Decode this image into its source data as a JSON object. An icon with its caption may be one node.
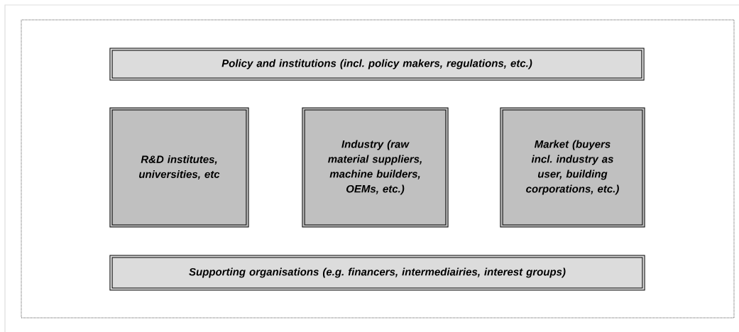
{
  "diagram": {
    "nodes": [
      {
        "text": [],
        "shape": "box"
      },
      {
        "text": [
          "Policy and institutions (incl. policy makers, regulations, etc.)"
        ],
        "in": 0
      },
      {
        "text": [
          "R&D institutes, universities, etc"
        ],
        "in": 0
      },
      {
        "text": [
          "Industry (raw material suppliers, machine builders, OEMs, etc.)"
        ],
        "in": 0
      },
      {
        "text": [
          "Market (buyers incl. industry as user, building corporations, etc.)"
        ],
        "in": 0
      },
      {
        "text": [
          "Supporting organisations (e.g. financers, intermediairies, interest groups)"
        ],
        "in": 0
      }
    ]
  }
}
